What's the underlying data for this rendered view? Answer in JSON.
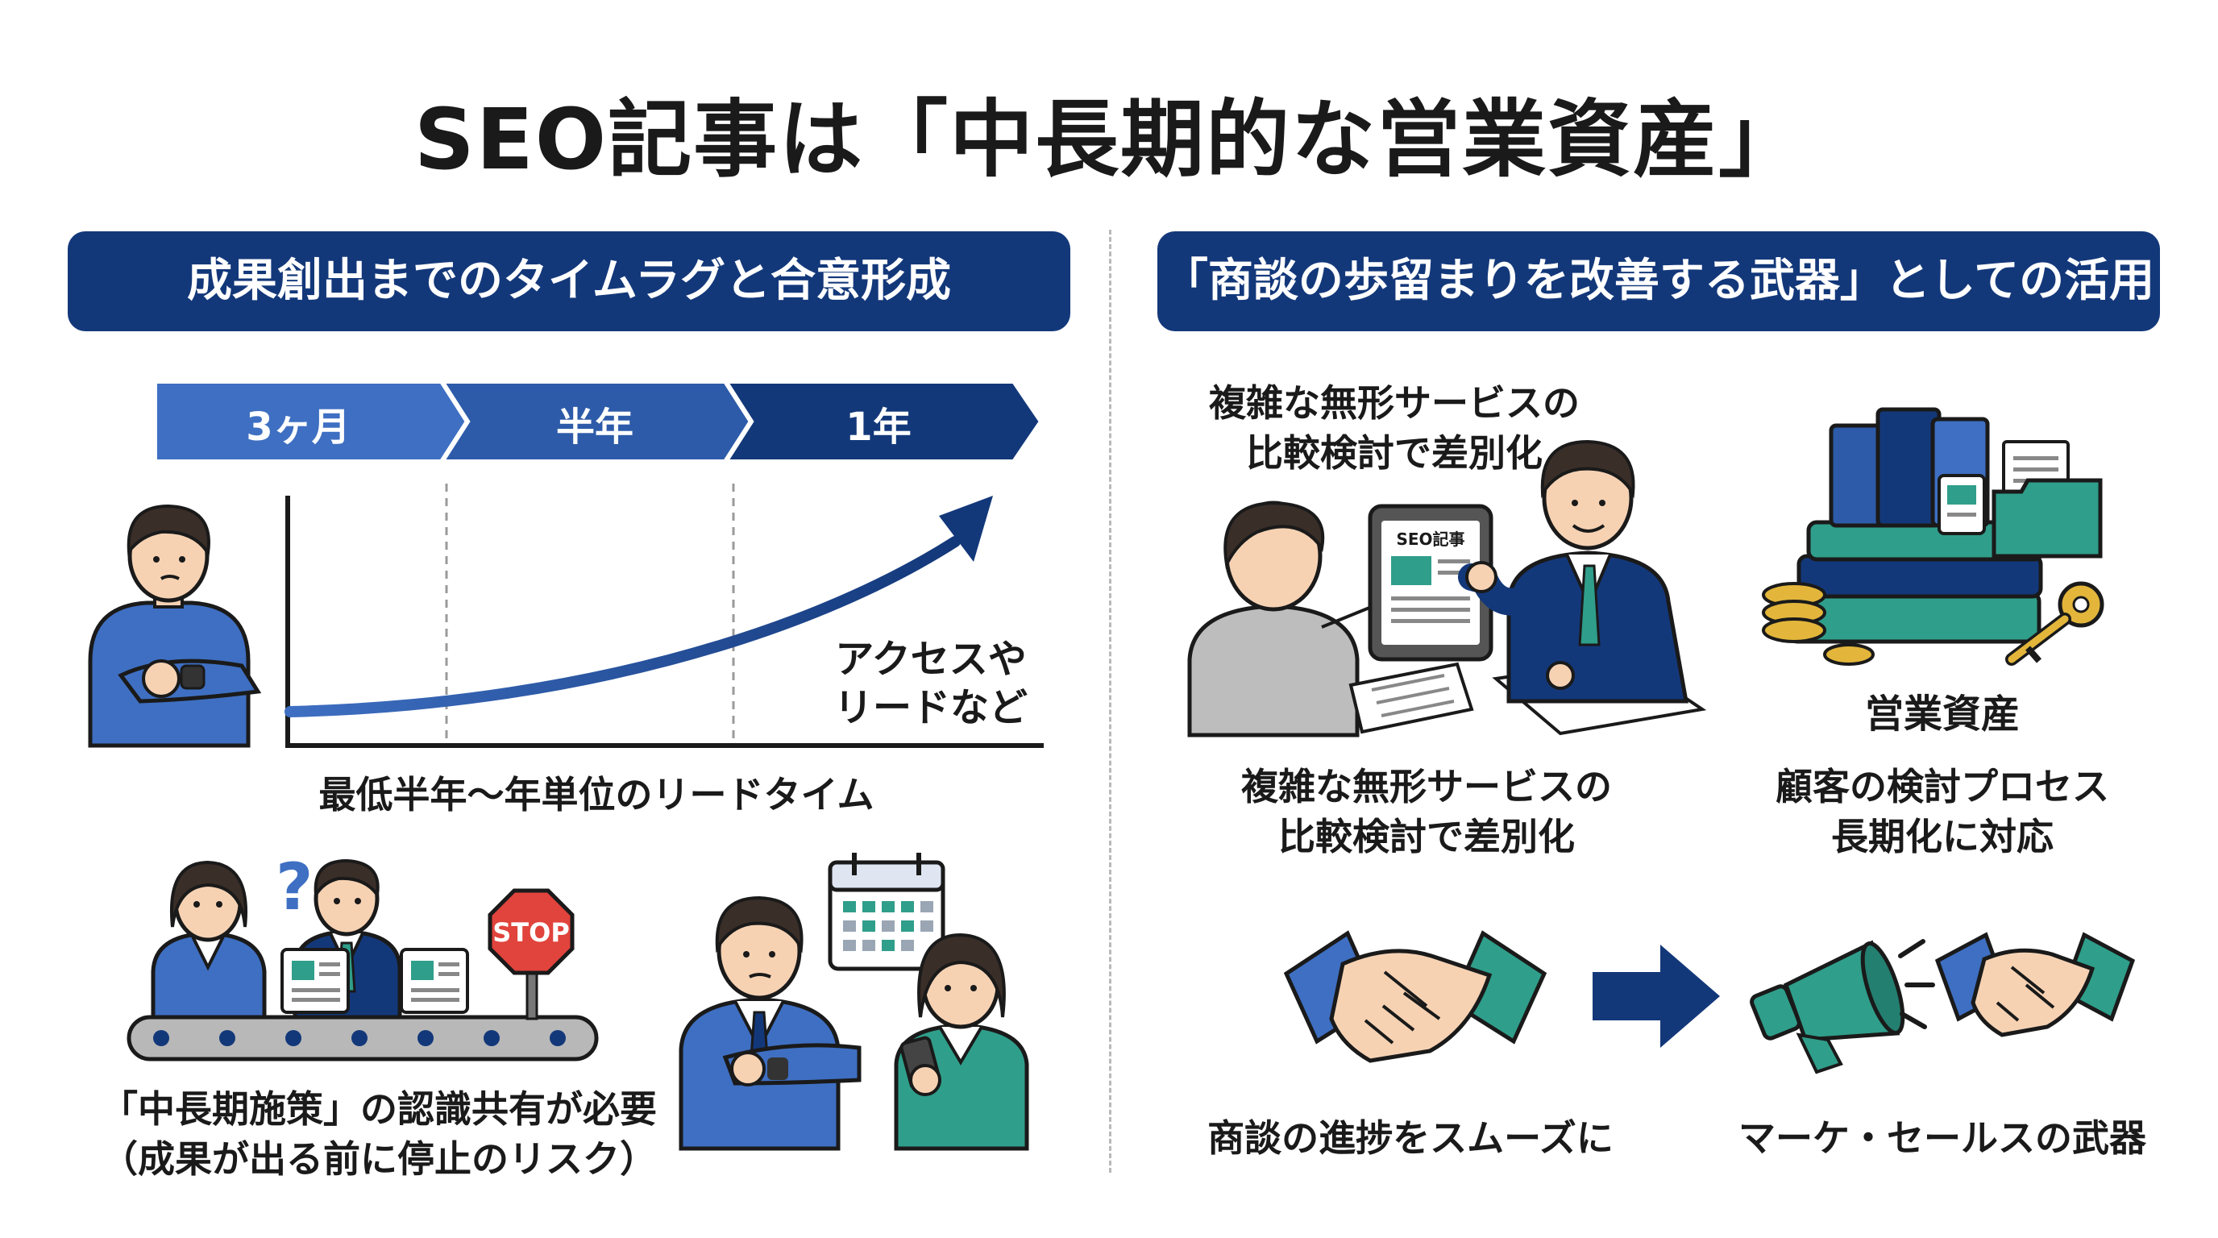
{
  "title": "SEO記事は「中長期的な営業資産」",
  "colors": {
    "navy": "#13387a",
    "mid_blue": "#3e6fc2",
    "teal": "#2f9e8a",
    "skin": "#f6d2b3",
    "gray": "#9a9a9a"
  },
  "left": {
    "banner": "成果創出までのタイムラグと合意形成",
    "timeline": [
      "3ヶ月",
      "半年",
      "1年"
    ],
    "curve_label_1": "アクセスや",
    "curve_label_2": "リードなど",
    "lead_time_caption": "最低半年〜年単位のリードタイム",
    "stop_sign": "STOP",
    "question_mark": "?",
    "caption_1": "「中長期施策」の認識共有が必要",
    "caption_2": "（成果が出る前に停止のリスク）"
  },
  "right": {
    "banner": "「商談の歩留まりを改善する武器」としての活用",
    "top_label_1": "複雑な無形サービスの",
    "top_label_2": "比較検討で差別化",
    "tablet_text": "SEO記事",
    "asset_title": "営業資産",
    "desc_1_line_1": "複雑な無形サービスの",
    "desc_1_line_2": "比較検討で差別化",
    "desc_2_line_1": "顧客の検討プロセス",
    "desc_2_line_2": "長期化に対応",
    "bottom_label_1": "商談の進捗をスムーズに",
    "bottom_label_2": "マーケ・セールスの武器"
  }
}
